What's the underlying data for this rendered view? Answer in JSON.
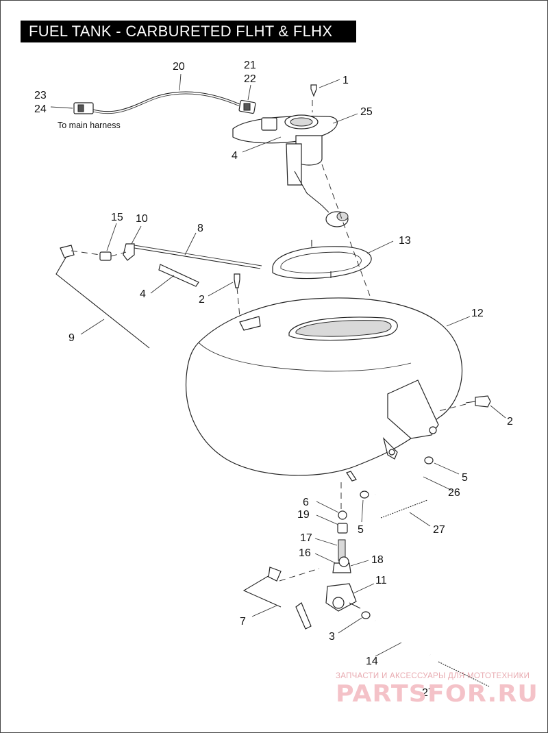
{
  "title": "FUEL TANK - CARBURETED FLHT & FLHX",
  "note": "To main harness",
  "callouts": {
    "c1": "1",
    "c2a": "2",
    "c2b": "2",
    "c3": "3",
    "c4a": "4",
    "c4b": "4",
    "c5a": "5",
    "c5b": "5",
    "c6": "6",
    "c7": "7",
    "c8": "8",
    "c9": "9",
    "c10": "10",
    "c11": "11",
    "c12": "12",
    "c13": "13",
    "c14": "14",
    "c15": "15",
    "c16": "16",
    "c17": "17",
    "c18": "18",
    "c19": "19",
    "c20": "20",
    "c21": "21",
    "c22": "22",
    "c23": "23",
    "c24": "24",
    "c25": "25",
    "c26": "26",
    "c27a": "27",
    "c27b": "27"
  },
  "watermark": {
    "line1": "ЗАПЧАСТИ И АКСЕССУАРЫ ДЛЯ МОТОТЕХНИКИ",
    "line2": "PARTSFOR.RU"
  }
}
